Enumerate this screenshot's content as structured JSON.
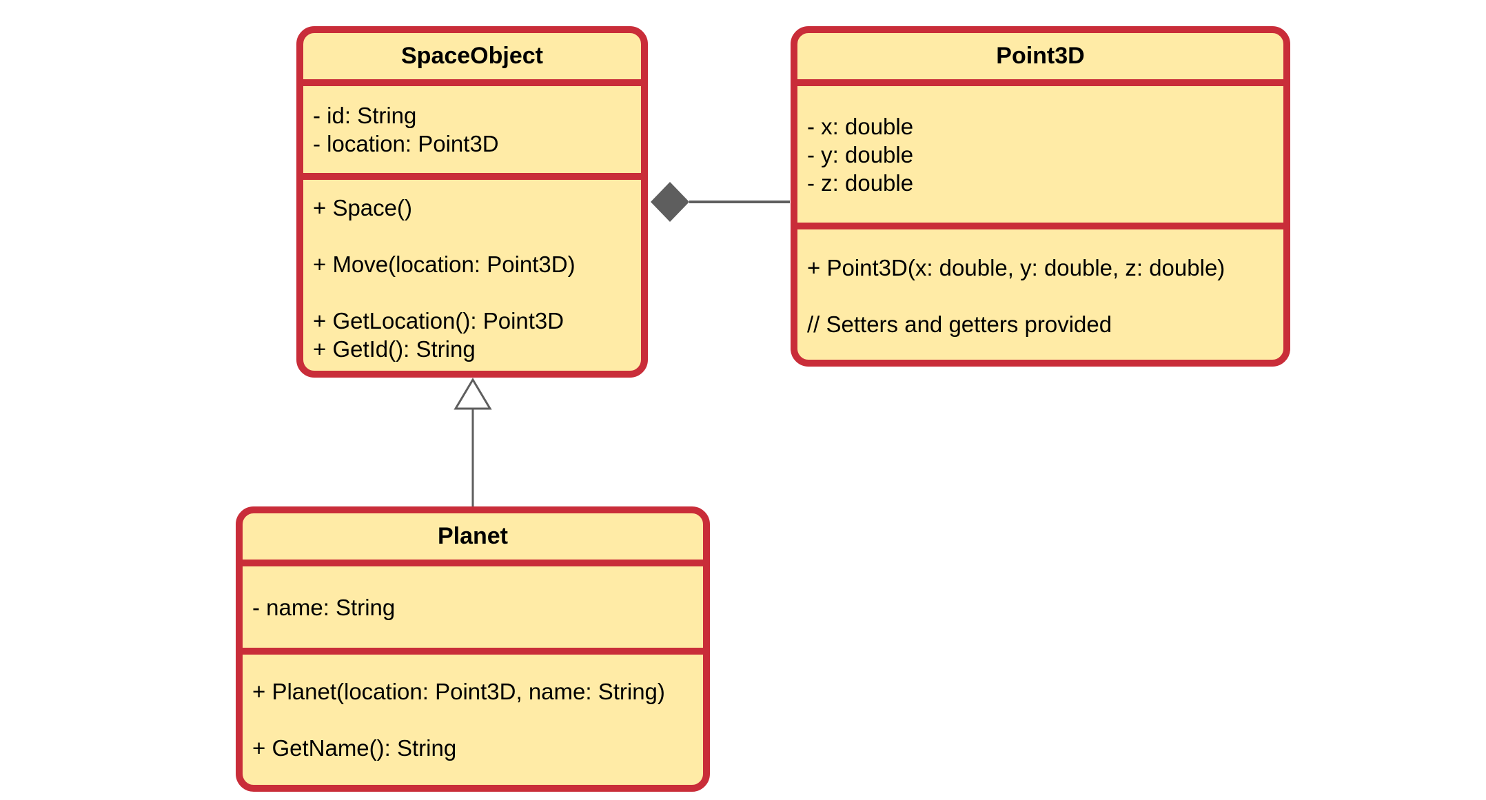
{
  "classes": {
    "space_object": {
      "name": "SpaceObject",
      "attributes": [
        "- id: String",
        "- location: Point3D"
      ],
      "methods": [
        "+ Space()",
        "+ Move(location: Point3D)",
        "+ GetLocation(): Point3D",
        "+ GetId(): String"
      ]
    },
    "point3d": {
      "name": "Point3D",
      "attributes": [
        "- x: double",
        "- y: double",
        "- z: double"
      ],
      "methods": [
        "+ Point3D(x: double, y: double, z: double)",
        "// Setters and getters provided"
      ]
    },
    "planet": {
      "name": "Planet",
      "attributes": [
        "- name: String"
      ],
      "methods": [
        "+ Planet(location: Point3D, name: String)",
        "+ GetName(): String"
      ]
    }
  },
  "relationships": [
    {
      "type": "composition",
      "whole": "SpaceObject",
      "part": "Point3D"
    },
    {
      "type": "generalization",
      "child": "Planet",
      "parent": "SpaceObject"
    }
  ],
  "colors": {
    "class_fill": "#ffeba6",
    "class_border": "#c92d39",
    "connector": "#5e5e5e"
  }
}
